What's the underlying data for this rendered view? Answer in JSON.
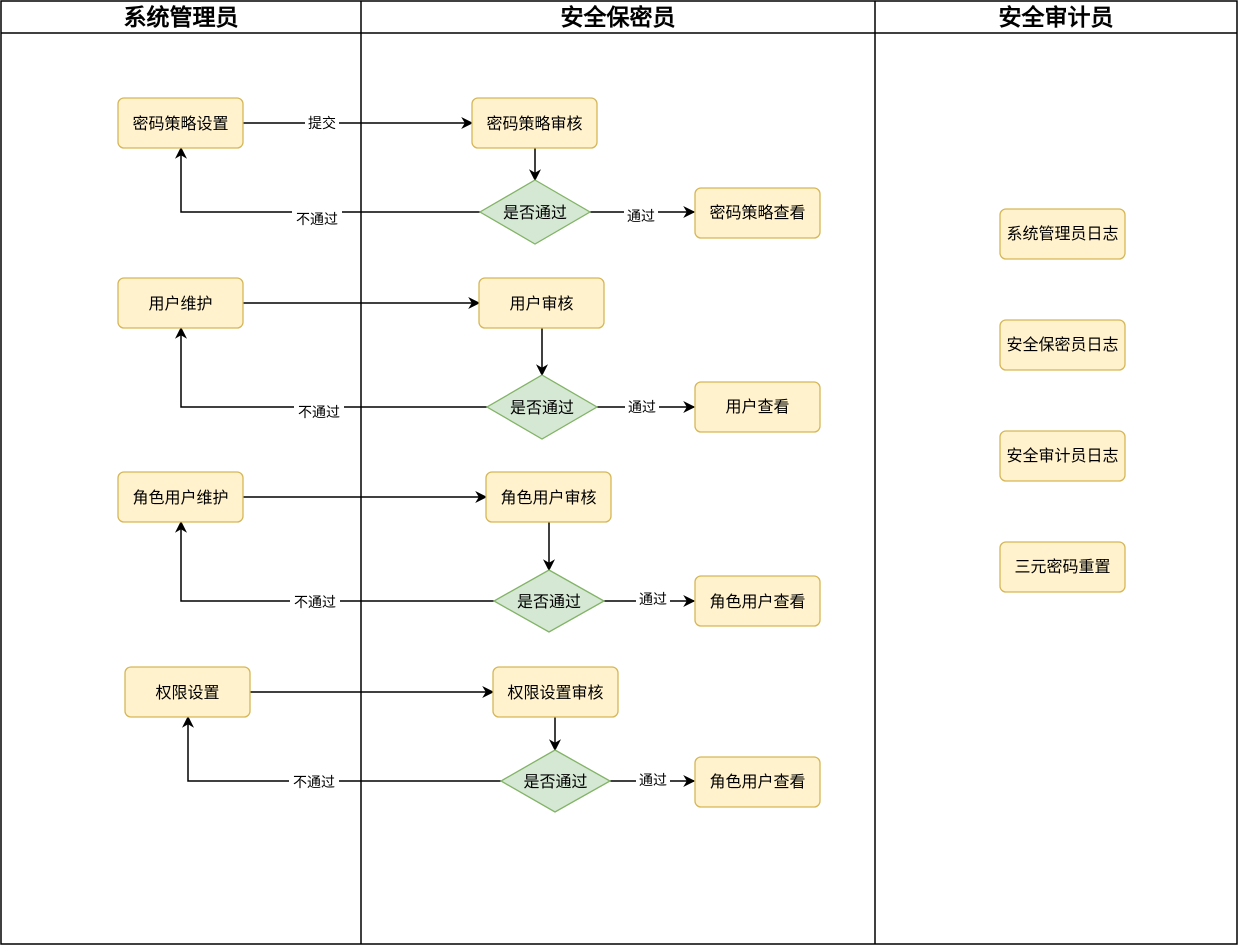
{
  "lanes": {
    "sysadmin": "系统管理员",
    "security_officer": "安全保密员",
    "auditor": "安全审计员"
  },
  "nodes": {
    "pwd_policy_setting": "密码策略设置",
    "pwd_policy_review": "密码策略审核",
    "pwd_policy_decision": "是否通过",
    "pwd_policy_view": "密码策略查看",
    "user_maintain": "用户维护",
    "user_review": "用户审核",
    "user_decision": "是否通过",
    "user_view": "用户查看",
    "role_user_maintain": "角色用户维护",
    "role_user_review": "角色用户审核",
    "role_user_decision": "是否通过",
    "role_user_view": "角色用户查看",
    "perm_setting": "权限设置",
    "perm_review": "权限设置审核",
    "perm_decision": "是否通过",
    "perm_view": "角色用户查看",
    "sysadmin_log": "系统管理员日志",
    "security_officer_log": "安全保密员日志",
    "auditor_log": "安全审计员日志",
    "triple_pwd_reset": "三元密码重置"
  },
  "edges": {
    "submit": "提交",
    "reject_1": "不通过",
    "pass_1": "通过",
    "reject_2": "不通过",
    "pass_2": "通过",
    "reject_3": "不通过",
    "pass_3": "通过",
    "reject_4": "不通过",
    "pass_4": "通过"
  },
  "colors": {
    "process_fill": "#fff2cc",
    "process_stroke": "#d6b656",
    "decision_fill": "#d5e8d4",
    "decision_stroke": "#82b366"
  }
}
